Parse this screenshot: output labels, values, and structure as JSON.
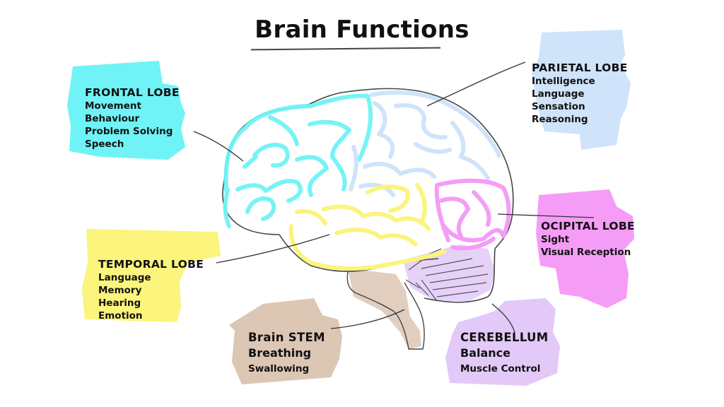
{
  "title": "Brain Functions",
  "colors": {
    "frontal": "#6ff3f6",
    "parietal": "#cfe3fb",
    "temporal": "#fbf47d",
    "occipital": "#f59cf7",
    "cerebellum": "#e2c9f8",
    "stem": "#dcc6b4",
    "outline": "#444444"
  },
  "regions": {
    "frontal": {
      "name": "FRONTAL LOBE",
      "functions": [
        "Movement",
        "Behaviour",
        "Problem Solving",
        "Speech"
      ]
    },
    "parietal": {
      "name": "PARIETAL LOBE",
      "functions": [
        "Intelligence",
        "Language",
        "Sensation",
        "Reasoning"
      ]
    },
    "temporal": {
      "name": "TEMPORAL LOBE",
      "functions": [
        "Language",
        "Memory",
        "Hearing",
        "Emotion"
      ]
    },
    "occipital": {
      "name": "OCIPITAL LOBE",
      "functions": [
        "Sight",
        "Visual Reception"
      ]
    },
    "stem": {
      "name": "Brain STEM",
      "functions": [
        "Breathing",
        "Swallowing"
      ]
    },
    "cerebellum": {
      "name": "CEREBELLUM",
      "functions": [
        "Balance",
        "Muscle Control"
      ]
    }
  }
}
